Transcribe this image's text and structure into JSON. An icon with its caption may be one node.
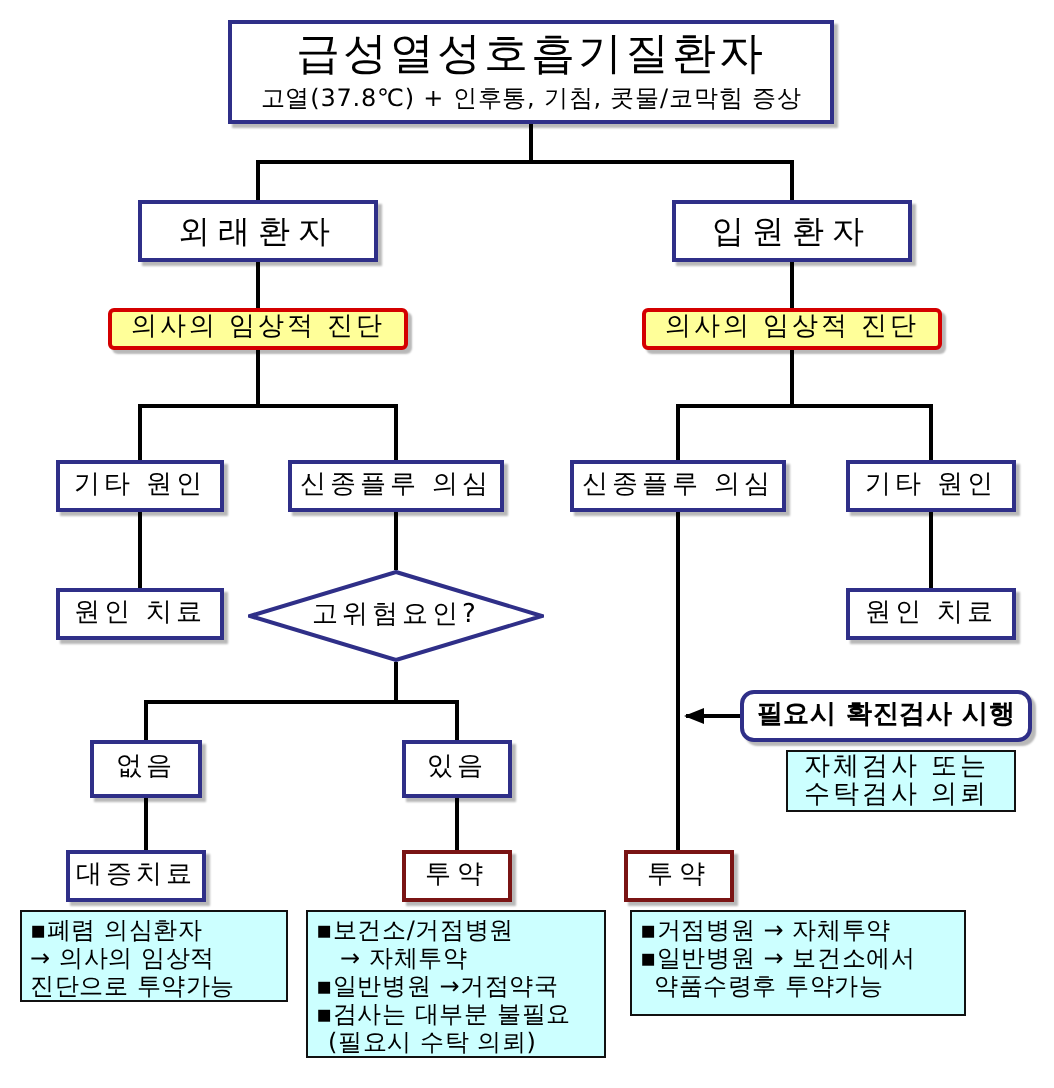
{
  "diagram": {
    "nodes": [
      {
        "text": [
          "급성열성호흡기질환자",
          "고열(37.8℃) + 인후통, 기침, 콧물/코막힘 증상"
        ]
      },
      {
        "text": [
          "외래환자"
        ]
      },
      {
        "text": [
          "입원환자"
        ]
      },
      {
        "text": [
          "의사의 임상적 진단"
        ]
      },
      {
        "text": [
          "의사의 임상적 진단"
        ]
      },
      {
        "text": [
          "기타 원인"
        ]
      },
      {
        "text": [
          "신종플루 의심"
        ]
      },
      {
        "text": [
          "원인 치료"
        ]
      },
      {
        "text": [
          "고위험요인?"
        ]
      },
      {
        "text": [
          "없음"
        ]
      },
      {
        "text": [
          "있음"
        ]
      },
      {
        "text": [
          "대증치료"
        ]
      },
      {
        "text": [
          "투약"
        ]
      },
      {
        "text": [
          "▪폐렴 의심환자",
          "→ 의사의 임상적 진단으로 투약가능"
        ]
      },
      {
        "text": [
          "▪보건소/거점병원",
          "→ 자체투약",
          "▪일반병원 →거점약국",
          "▪검사는 대부분 불필요 (필요시 수탁 의뢰)"
        ]
      },
      {
        "text": [
          "신종플루 의심"
        ]
      },
      {
        "text": [
          "기타 원인"
        ]
      },
      {
        "text": [
          "원인 치료"
        ]
      },
      {
        "text": [
          "필요시 확진검사 시행"
        ]
      },
      {
        "text": [
          "자체검사 또는 수탁검사 의뢰"
        ]
      },
      {
        "text": [
          "투약"
        ]
      },
      {
        "text": [
          "▪거점병원 → 자체투약",
          "▪일반병원 → 보건소에서 약품수령후 투약가능"
        ]
      }
    ],
    "edges": [
      {
        "from": 0,
        "to": 1,
        "arrow": "none"
      },
      {
        "from": 0,
        "to": 2,
        "arrow": "none"
      },
      {
        "from": 1,
        "to": 3,
        "arrow": "none"
      },
      {
        "from": 2,
        "to": 4,
        "arrow": "none"
      },
      {
        "from": 3,
        "to": 5,
        "arrow": "none"
      },
      {
        "from": 3,
        "to": 6,
        "arrow": "none"
      },
      {
        "from": 4,
        "to": 15,
        "arrow": "none"
      },
      {
        "from": 4,
        "to": 16,
        "arrow": "none"
      },
      {
        "from": 5,
        "to": 7,
        "arrow": "none"
      },
      {
        "from": 16,
        "to": 17,
        "arrow": "none"
      },
      {
        "from": 6,
        "to": 8,
        "arrow": "none"
      },
      {
        "from": 8,
        "to": 9,
        "arrow": "none"
      },
      {
        "from": 8,
        "to": 10,
        "arrow": "none"
      },
      {
        "from": 9,
        "to": 11,
        "arrow": "none"
      },
      {
        "from": 10,
        "to": 12,
        "arrow": "none"
      },
      {
        "from": 15,
        "to": 20,
        "arrow": "none"
      },
      {
        "from": 18,
        "to": null,
        "arrow": "to"
      }
    ]
  }
}
